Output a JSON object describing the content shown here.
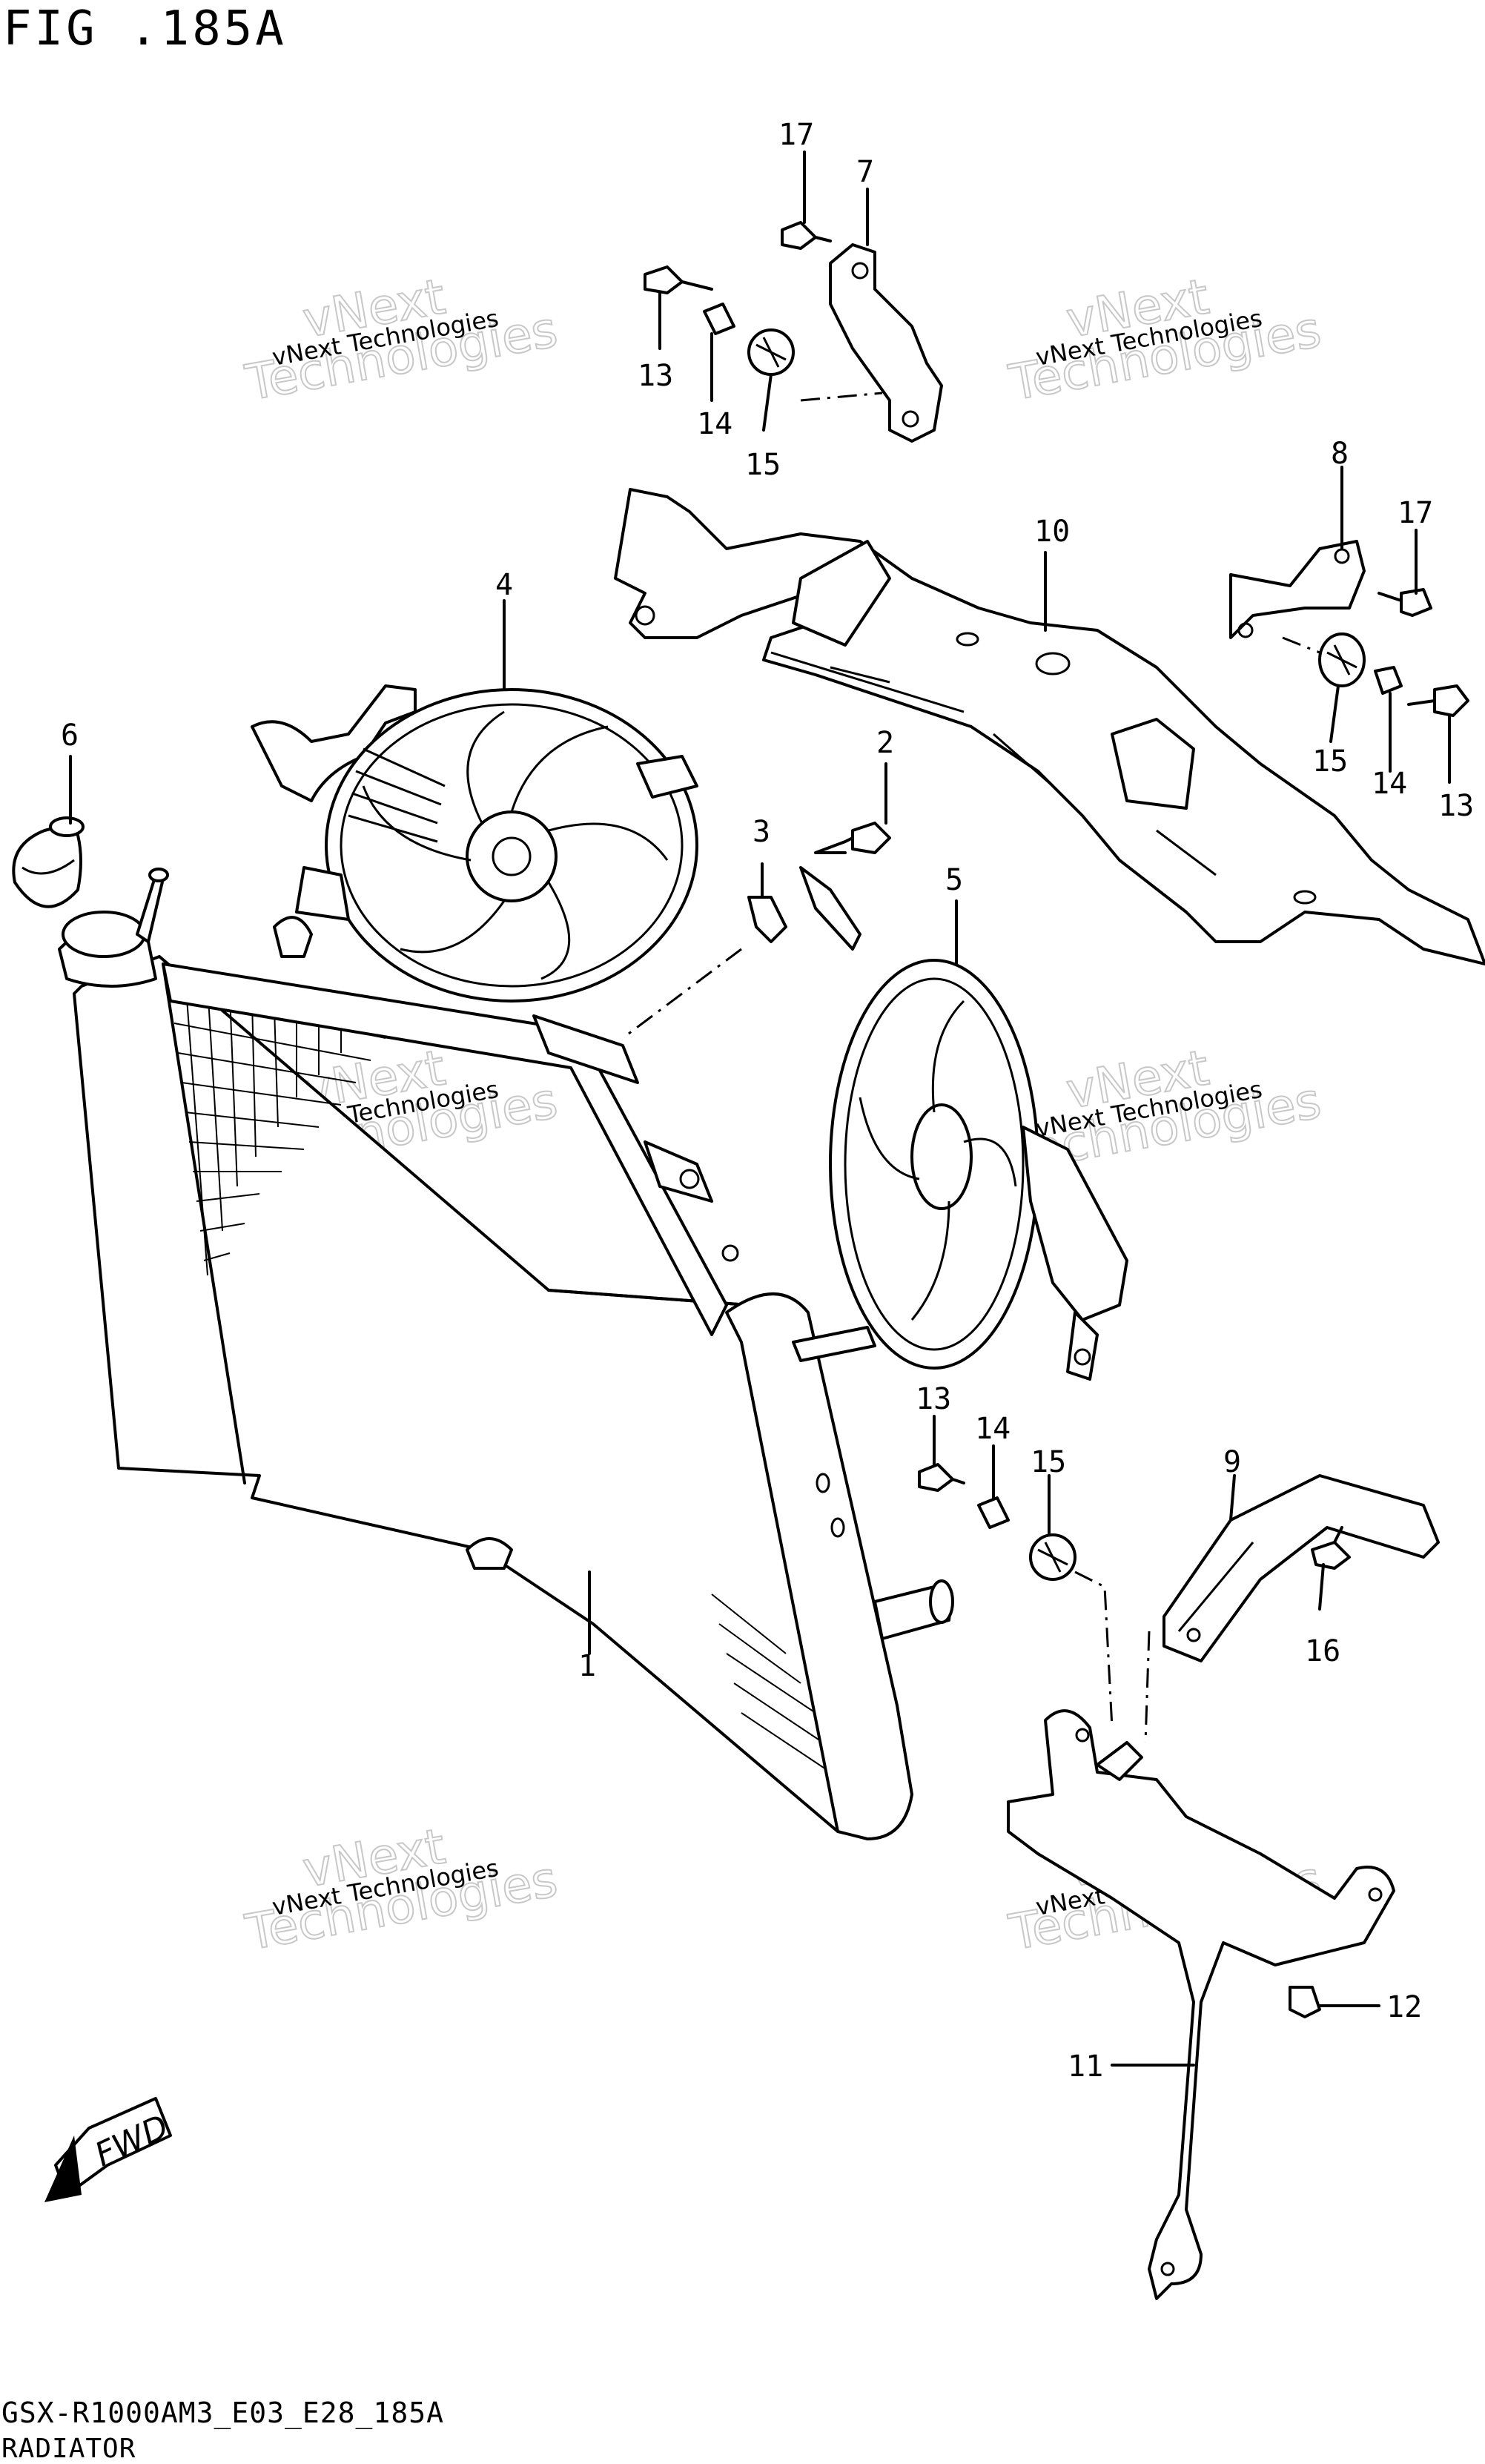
{
  "figure": {
    "title": "FIG .185A"
  },
  "footer": {
    "code": "GSX-R1000AM3_E03_E28_185A",
    "name": "RADIATOR"
  },
  "watermark": {
    "line1": "vNext Technologies",
    "line2": "vNext",
    "line3": "Technologies"
  },
  "callouts": {
    "c1": "1",
    "c2": "2",
    "c3": "3",
    "c4": "4",
    "c5": "5",
    "c6": "6",
    "c7": "7",
    "c8": "8",
    "c9": "9",
    "c10": "10",
    "c11": "11",
    "c12": "12",
    "c13a": "13",
    "c13b": "13",
    "c13c": "13",
    "c14a": "14",
    "c14b": "14",
    "c14c": "14",
    "c15a": "15",
    "c15b": "15",
    "c15c": "15",
    "c16": "16",
    "c17a": "17",
    "c17b": "17"
  },
  "fwd_badge": "FWD",
  "colors": {
    "line": "#000000",
    "background": "#ffffff",
    "watermark": "#c8c8c8"
  }
}
